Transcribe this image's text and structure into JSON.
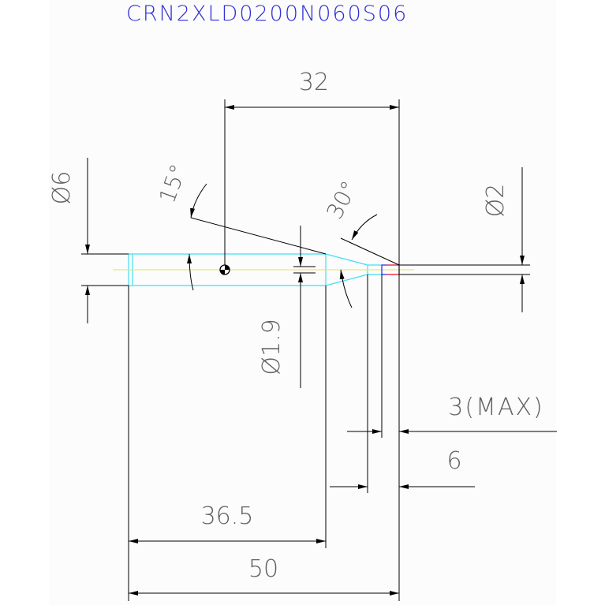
{
  "title": "CRN2XLD0200N060S06",
  "dimensions": {
    "overall_length": "50",
    "flute_position": "36.5",
    "dim_32": "32",
    "shank_diameter": "Ø6",
    "tip_diameter": "Ø2",
    "neck_diameter": "Ø1.9",
    "angle_15": "15°",
    "angle_30": "30°",
    "max_length": "3(MAX)",
    "dim_6": "6"
  },
  "colors": {
    "title": "#3030d8",
    "dimension_text": "#606060",
    "dimension_line": "#000000",
    "outline": "#40e0f0",
    "centerline": "#e8e060",
    "tip_blue": "#2020ff",
    "tip_red": "#ff2020"
  }
}
